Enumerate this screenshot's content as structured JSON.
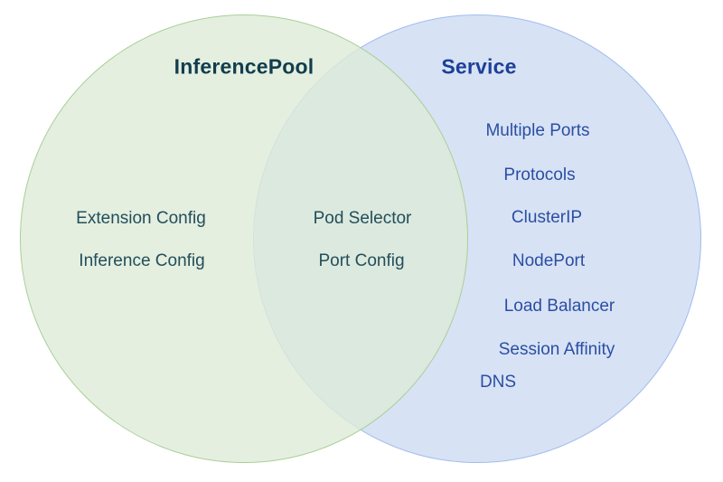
{
  "diagram": {
    "type": "venn",
    "left_set": {
      "title": "InferencePool",
      "items": [
        "Extension Config",
        "Inference Config"
      ]
    },
    "right_set": {
      "title": "Service",
      "items": [
        "Multiple Ports",
        "Protocols",
        "ClusterIP",
        "NodePort",
        "Load Balancer",
        "Session Affinity",
        "DNS"
      ]
    },
    "overlap": {
      "items": [
        "Pod Selector",
        "Port Config"
      ]
    },
    "colors": {
      "left_circle_fill": "rgba(221,235,216,0.8)",
      "left_circle_fill_rendered": "#e4efe0",
      "left_circle_border": "#a9cf96",
      "right_circle_fill": "#d8e2f5",
      "right_circle_border": "#9fbcee",
      "overlap_fill_rendered": "#dce8e1",
      "left_title_color": "#123d4d",
      "left_text_color": "#234e5b",
      "right_title_color": "#1b4097",
      "right_text_color": "#2a4fa2",
      "bg_color": "#ffffff"
    }
  }
}
